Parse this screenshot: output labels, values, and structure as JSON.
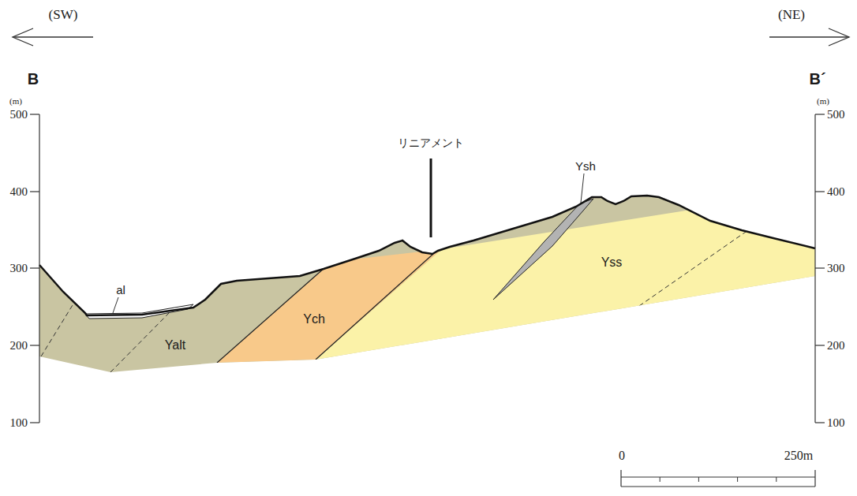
{
  "diagram": {
    "labels": [
      "(SW)",
      "(NE)",
      "B",
      "B´",
      "(m)",
      "(m)",
      "500",
      "400",
      "300",
      "200",
      "100",
      "500",
      "400",
      "300",
      "200",
      "100",
      "リニアメント",
      "Ysh",
      "Yss",
      "Ych",
      "Yalt",
      "al",
      "0",
      "250m"
    ]
  }
}
